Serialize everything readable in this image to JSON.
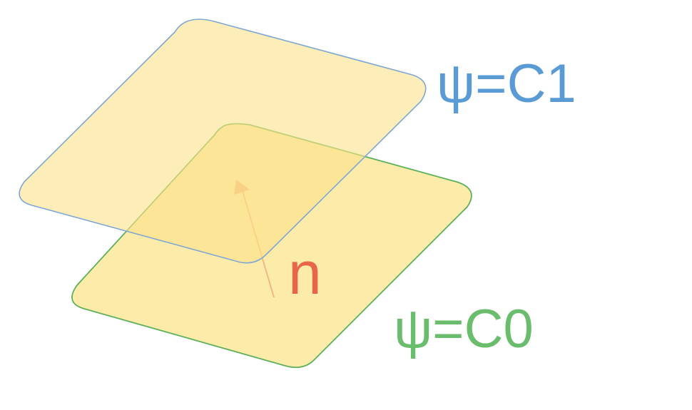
{
  "labels": {
    "upper_surface": "ψ=C1",
    "lower_surface": "ψ=C0",
    "normal": "n"
  },
  "colors": {
    "upper_surface_label": "#5b9bd5",
    "upper_surface_outline": "#7fa7d3",
    "upper_surface_fill": "#fbe28c",
    "lower_surface_label": "#6bbd6e",
    "lower_surface_outline": "#5fb05a",
    "lower_surface_fill": "#fce89a",
    "normal_arrow": "#f5b37a",
    "normal_label": "#e8654a"
  }
}
